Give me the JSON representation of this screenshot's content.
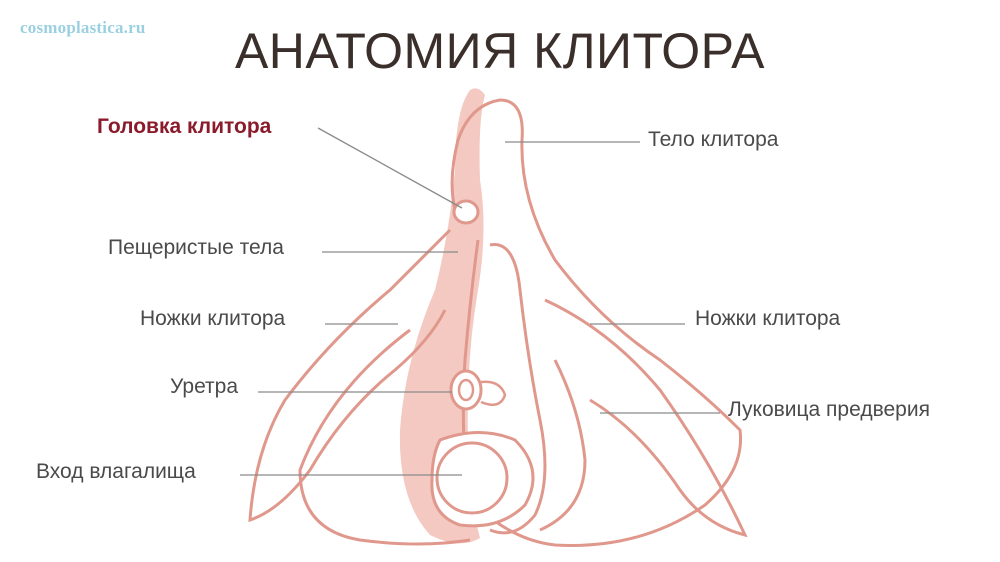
{
  "watermark": "cosmoplastica.ru",
  "title": "АНАТОМИЯ КЛИТОРА",
  "colors": {
    "outline": "#e0988c",
    "shaft_fill": "#f4c9c2",
    "accent_label": "#8b1a2b",
    "label": "#4a4a4a",
    "title": "#3a2f2b",
    "watermark": "#9ad0e0"
  },
  "labels": {
    "glans": "Головка клитора",
    "body": "Тело клитора",
    "cavernous": "Пещеристые тела",
    "crura_left": "Ножки клитора",
    "crura_right": "Ножки клитора",
    "urethra": "Уретра",
    "vestibular_bulb": "Луковица предверия",
    "vaginal_opening": "Вход влагалища"
  }
}
